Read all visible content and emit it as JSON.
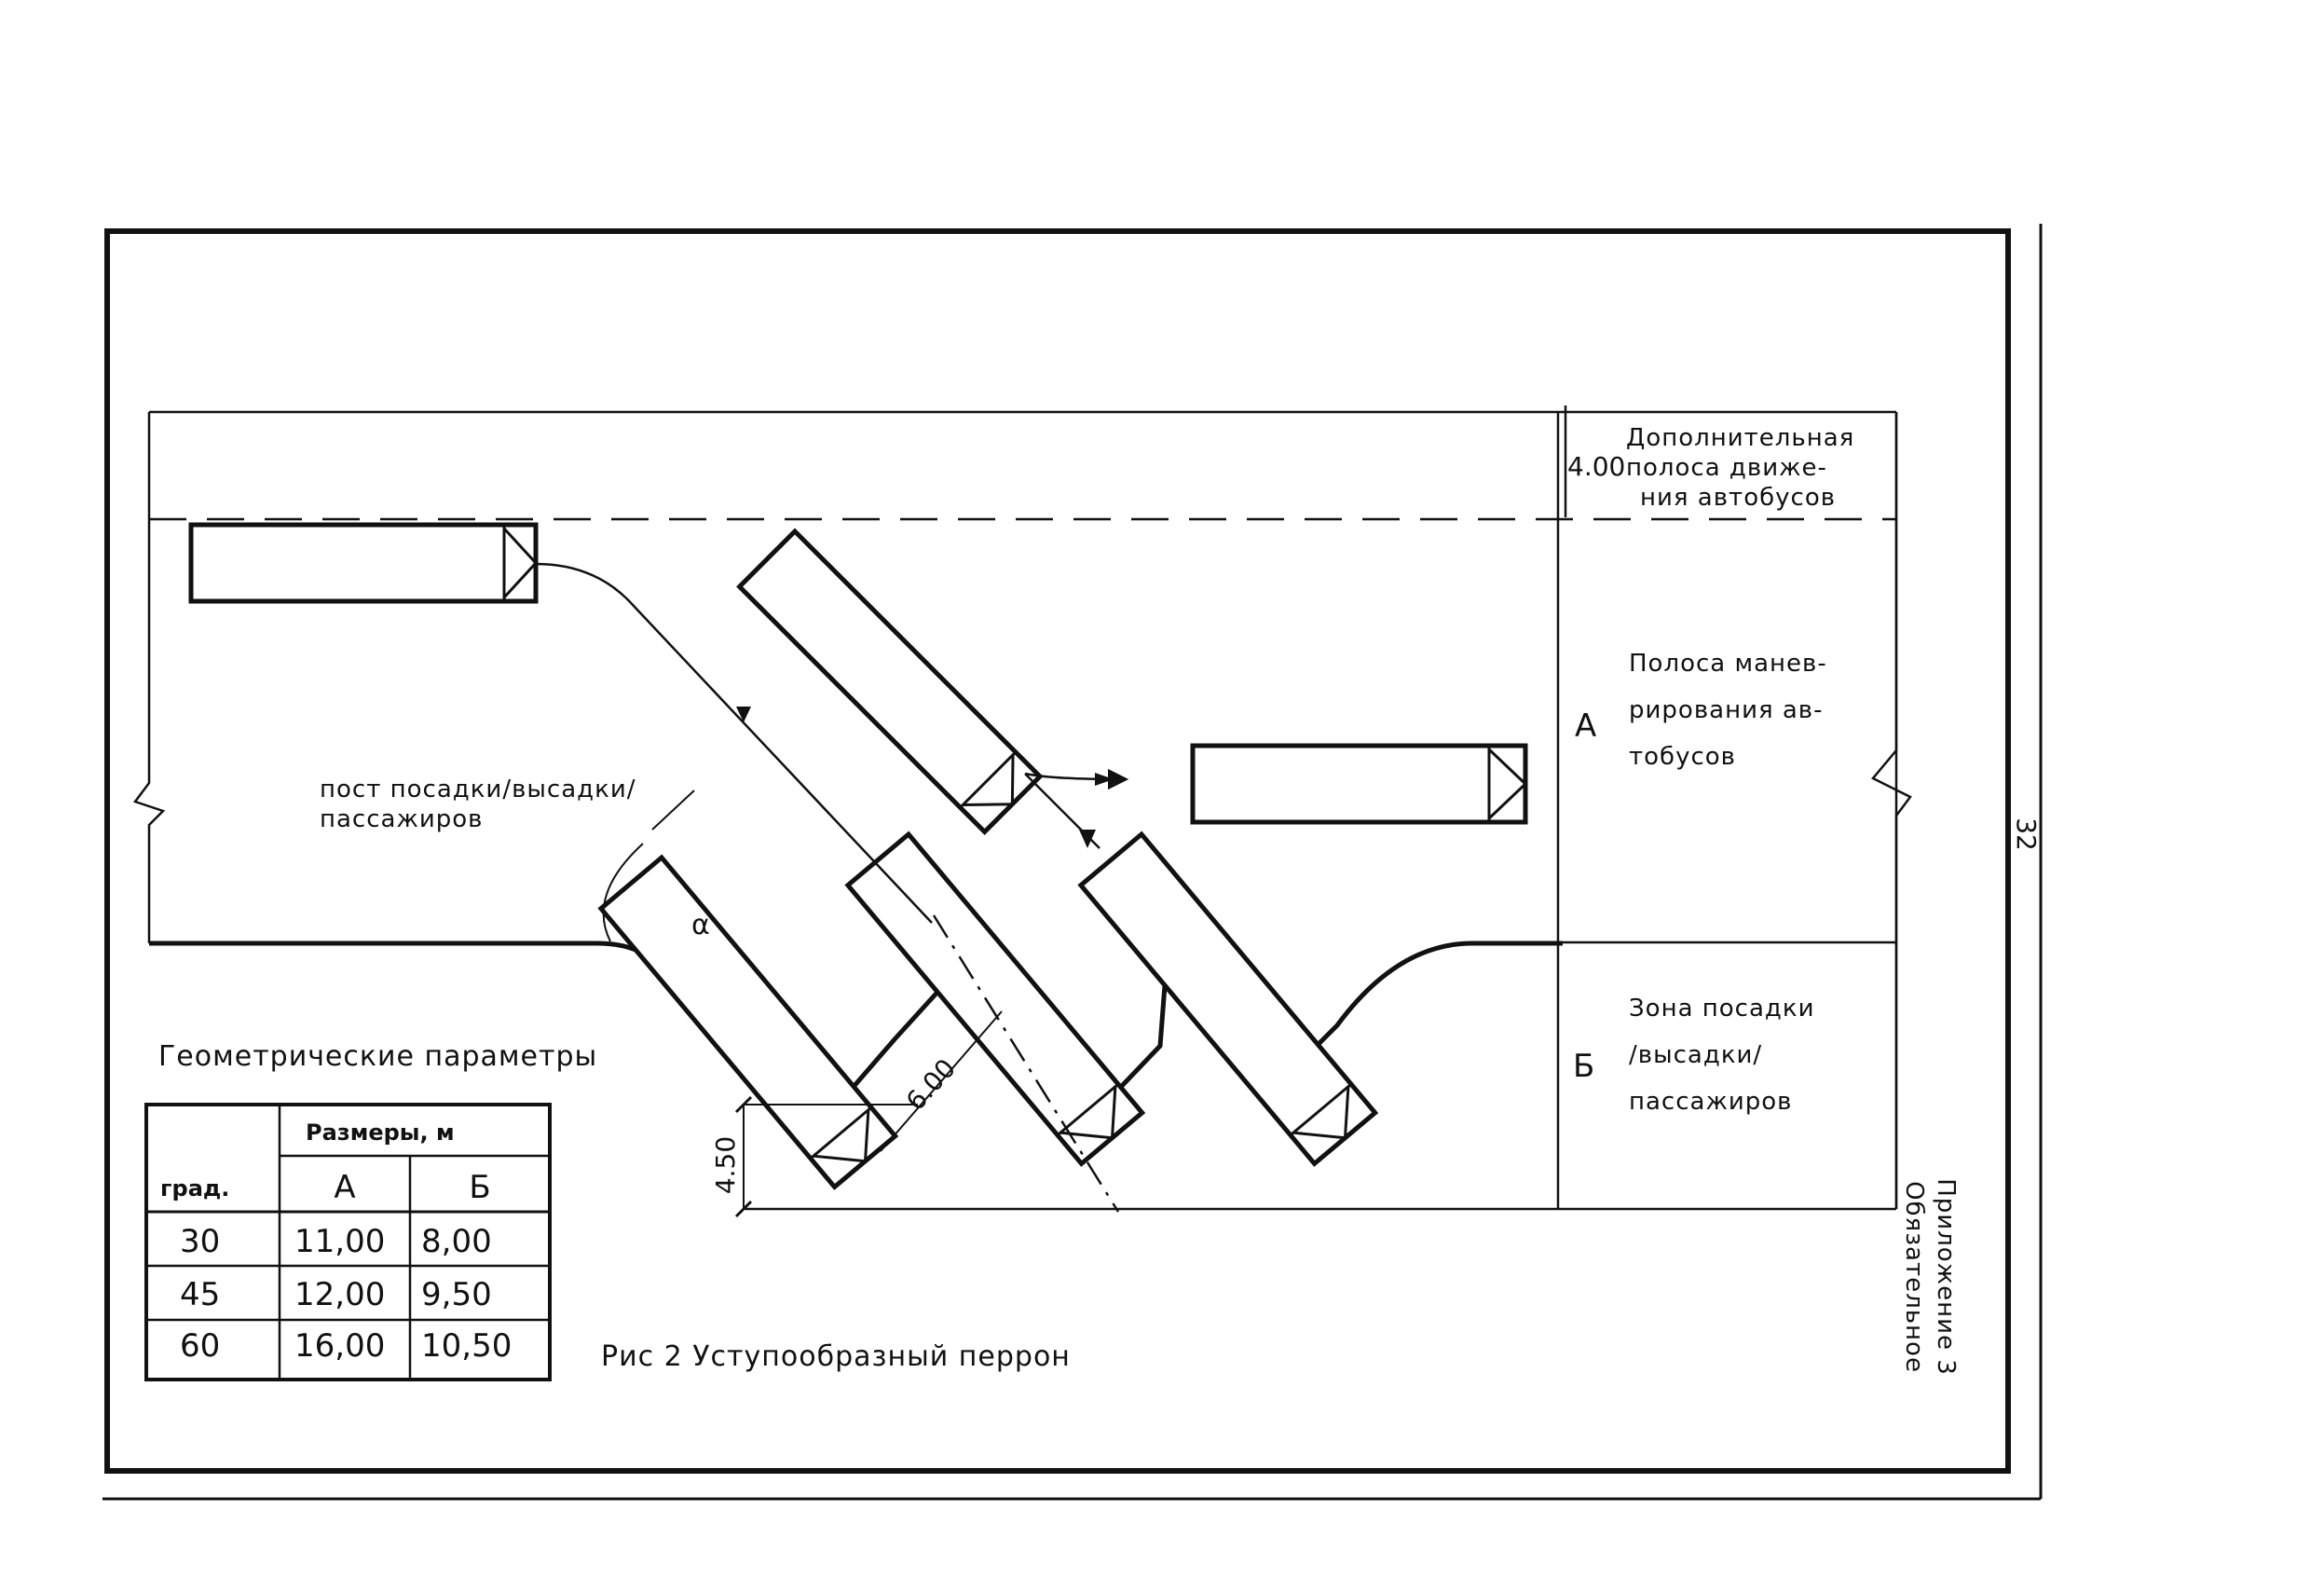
{
  "page_number": "32",
  "appendix": {
    "line1": "Приложение 3",
    "line2": "Обязательное"
  },
  "lanes": {
    "extra_lane_width": "4.00",
    "extra_lane_label": [
      "Дополнительная",
      "полоса движе-",
      "ния автобусов"
    ],
    "maneuver_marker": "А",
    "maneuver_label": [
      "Полоса манев-",
      "рирования ав-",
      "тобусов"
    ],
    "boarding_marker": "Б",
    "boarding_label": [
      "Зона посадки",
      "/высадки/",
      "пассажиров"
    ]
  },
  "post_label": [
    "пост посадки/высадки/",
    "пассажиров"
  ],
  "angle_symbol": "α",
  "dimensions": {
    "bay_width": "6.00",
    "offset": "4.50"
  },
  "table": {
    "title": "Геометрические параметры",
    "group_header": "Размеры, м",
    "columns": [
      "град.",
      "А",
      "Б"
    ],
    "rows": [
      [
        "30",
        "11,00",
        "8,00"
      ],
      [
        "45",
        "12,00",
        "9,50"
      ],
      [
        "60",
        "16,00",
        "10,50"
      ]
    ]
  },
  "caption": "Рис 2 Уступообразный перрон"
}
